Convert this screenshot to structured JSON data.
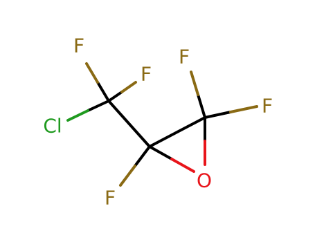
{
  "molecule": {
    "atoms": [
      {
        "id": "F1",
        "label": "F",
        "element": "F",
        "color": "#8a6a14"
      },
      {
        "id": "F2",
        "label": "F",
        "element": "F",
        "color": "#8a6a14"
      },
      {
        "id": "Cl",
        "label": "Cl",
        "element": "Cl",
        "color": "#1f9a1f"
      },
      {
        "id": "F3",
        "label": "F",
        "element": "F",
        "color": "#8a6a14"
      },
      {
        "id": "F4",
        "label": "F",
        "element": "F",
        "color": "#8a6a14"
      },
      {
        "id": "F5",
        "label": "F",
        "element": "F",
        "color": "#8a6a14"
      },
      {
        "id": "O",
        "label": "O",
        "element": "O",
        "color": "#e8141a"
      }
    ],
    "colors": {
      "carbon_bond": "#000000",
      "fluorine": "#8a6a14",
      "chlorine": "#1f9a1f",
      "oxygen": "#e8141a"
    }
  }
}
